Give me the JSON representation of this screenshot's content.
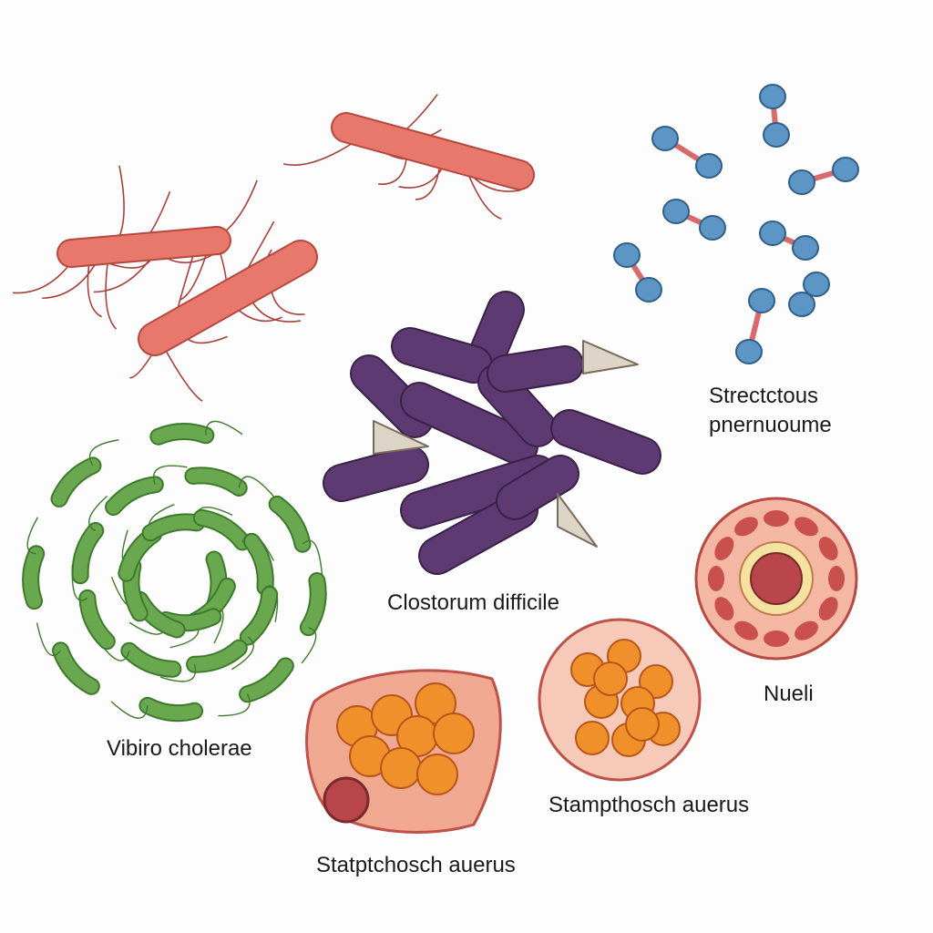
{
  "labels": {
    "streptococcus_line1": "Strectctous",
    "streptococcus_line2": "pnernuoume",
    "clostridium": "Clostorum difficile",
    "nucleus_cell": "Nueli",
    "vibrio": "Vibiro cholerae",
    "staph_circle": "Stampthosch auerus",
    "staph_blob": "Statptchosch auerus"
  },
  "colors": {
    "rod_red": "#e8776c",
    "flagella": "#a8403a",
    "cocci_blue": "#5d95c4",
    "purple": "#5e3a72",
    "spore": "#ddd4c8",
    "green": "#6aa84f",
    "orange": "#f0902a",
    "cell_pink": "#f6c9b8",
    "nucleus": "#b9464a"
  }
}
